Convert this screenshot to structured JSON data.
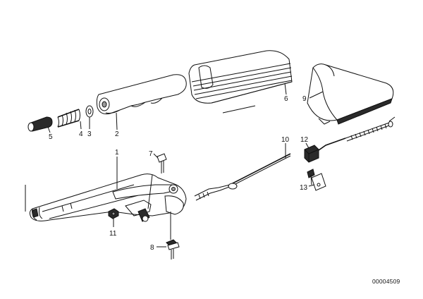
{
  "callouts": {
    "c1": "1",
    "c2": "2",
    "c3": "3",
    "c4": "4",
    "c5": "5",
    "c6": "6",
    "c7": "7",
    "c8": "8",
    "c9": "9",
    "c10": "10",
    "c11": "11",
    "c12": "12",
    "c13": "13"
  },
  "diagram_code": "00004509"
}
